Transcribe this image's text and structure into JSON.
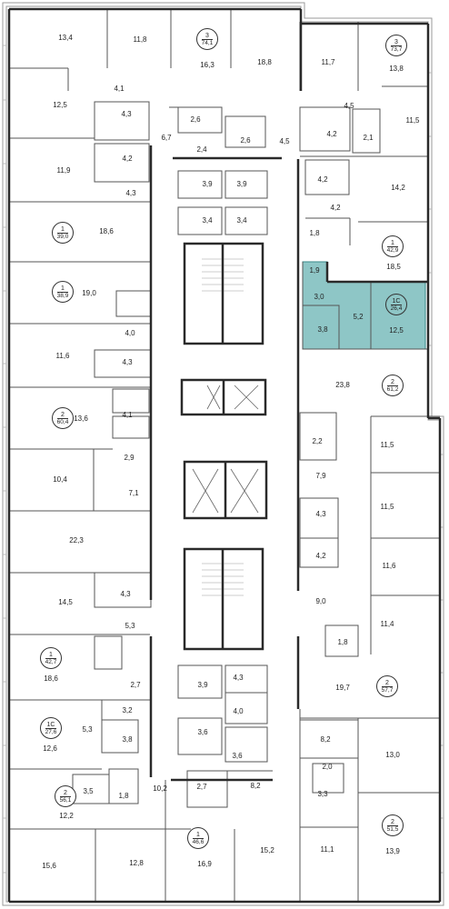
{
  "colors": {
    "wall": "#2a2a2a",
    "thin": "#555555",
    "highlight": "#8ec6c6",
    "highlight_stroke": "#3a8a8a"
  },
  "rooms": [
    {
      "id": "r1",
      "label": "13,4"
    },
    {
      "id": "r2",
      "label": "11,8"
    },
    {
      "id": "r3",
      "label": "16,3"
    },
    {
      "id": "r4",
      "label": "18,8"
    },
    {
      "id": "r5",
      "label": "11,7"
    },
    {
      "id": "r6",
      "label": "13,8"
    },
    {
      "id": "r7",
      "label": "12,5"
    },
    {
      "id": "r8",
      "label": "4,1"
    },
    {
      "id": "r9",
      "label": "4,3"
    },
    {
      "id": "r10",
      "label": "2,6"
    },
    {
      "id": "r11",
      "label": "6,7"
    },
    {
      "id": "r12",
      "label": "2,6"
    },
    {
      "id": "r13",
      "label": "4,5"
    },
    {
      "id": "r14",
      "label": "4,5"
    },
    {
      "id": "r15",
      "label": "11,5"
    },
    {
      "id": "r16",
      "label": "4,2"
    },
    {
      "id": "r17",
      "label": "2,4"
    },
    {
      "id": "r18",
      "label": "4,2"
    },
    {
      "id": "r19",
      "label": "2,1"
    },
    {
      "id": "r20",
      "label": "11,9"
    },
    {
      "id": "r21",
      "label": "4,3"
    },
    {
      "id": "r22",
      "label": "3,9"
    },
    {
      "id": "r23",
      "label": "3,9"
    },
    {
      "id": "r24",
      "label": "4,2"
    },
    {
      "id": "r25",
      "label": "14,2"
    },
    {
      "id": "r26",
      "label": "18,6"
    },
    {
      "id": "r27",
      "label": "3,4"
    },
    {
      "id": "r28",
      "label": "3,4"
    },
    {
      "id": "r29",
      "label": "4,2"
    },
    {
      "id": "r30",
      "label": "1,8"
    },
    {
      "id": "r31",
      "label": "18,5"
    },
    {
      "id": "r32",
      "label": "19,0"
    },
    {
      "id": "r33",
      "label": "1,9"
    },
    {
      "id": "r34",
      "label": "3,0"
    },
    {
      "id": "r35",
      "label": "5,2"
    },
    {
      "id": "r36",
      "label": "12,5"
    },
    {
      "id": "r37",
      "label": "3,8"
    },
    {
      "id": "r38",
      "label": "4,0"
    },
    {
      "id": "r39",
      "label": "11,6"
    },
    {
      "id": "r40",
      "label": "4,3"
    },
    {
      "id": "r41",
      "label": "23,8"
    },
    {
      "id": "r42",
      "label": "13,6"
    },
    {
      "id": "r43",
      "label": "4,1"
    },
    {
      "id": "r44",
      "label": "2,2"
    },
    {
      "id": "r45",
      "label": "11,5"
    },
    {
      "id": "r46",
      "label": "2,9"
    },
    {
      "id": "r47",
      "label": "10,4"
    },
    {
      "id": "r48",
      "label": "7,9"
    },
    {
      "id": "r49",
      "label": "7,1"
    },
    {
      "id": "r50",
      "label": "11,5"
    },
    {
      "id": "r51",
      "label": "22,3"
    },
    {
      "id": "r52",
      "label": "4,3"
    },
    {
      "id": "r53",
      "label": "4,2"
    },
    {
      "id": "r54",
      "label": "11,6"
    },
    {
      "id": "r55",
      "label": "14,5"
    },
    {
      "id": "r56",
      "label": "4,3"
    },
    {
      "id": "r57",
      "label": "9,0"
    },
    {
      "id": "r58",
      "label": "5,3"
    },
    {
      "id": "r59",
      "label": "11,4"
    },
    {
      "id": "r60",
      "label": "1,8"
    },
    {
      "id": "r61",
      "label": "18,6"
    },
    {
      "id": "r62",
      "label": "2,7"
    },
    {
      "id": "r63",
      "label": "3,9"
    },
    {
      "id": "r64",
      "label": "4,3"
    },
    {
      "id": "r65",
      "label": "19,7"
    },
    {
      "id": "r66",
      "label": "3,2"
    },
    {
      "id": "r67",
      "label": "4,0"
    },
    {
      "id": "r68",
      "label": "5,3"
    },
    {
      "id": "r69",
      "label": "3,8"
    },
    {
      "id": "r70",
      "label": "3,6"
    },
    {
      "id": "r71",
      "label": "8,2"
    },
    {
      "id": "r72",
      "label": "13,0"
    },
    {
      "id": "r73",
      "label": "12,6"
    },
    {
      "id": "r74",
      "label": "3,6"
    },
    {
      "id": "r75",
      "label": "2,0"
    },
    {
      "id": "r76",
      "label": "10,2"
    },
    {
      "id": "r77",
      "label": "3,5"
    },
    {
      "id": "r78",
      "label": "1,8"
    },
    {
      "id": "r79",
      "label": "2,7"
    },
    {
      "id": "r80",
      "label": "8,2"
    },
    {
      "id": "r81",
      "label": "3,3"
    },
    {
      "id": "r82",
      "label": "12,2"
    },
    {
      "id": "r83",
      "label": "11,1"
    },
    {
      "id": "r84",
      "label": "13,9"
    },
    {
      "id": "r85",
      "label": "15,6"
    },
    {
      "id": "r86",
      "label": "12,8"
    },
    {
      "id": "r87",
      "label": "16,9"
    },
    {
      "id": "r88",
      "label": "15,2"
    }
  ],
  "apartments": [
    {
      "id": "a1",
      "rooms": "3",
      "area": "74,1"
    },
    {
      "id": "a2",
      "rooms": "3",
      "area": "73,7"
    },
    {
      "id": "a3",
      "rooms": "1",
      "area": "39,0"
    },
    {
      "id": "a4",
      "rooms": "1",
      "area": "42,9"
    },
    {
      "id": "a5",
      "rooms": "1",
      "area": "38,9"
    },
    {
      "id": "a6",
      "rooms": "1С",
      "area": "26,4"
    },
    {
      "id": "a7",
      "rooms": "2",
      "area": "61,2"
    },
    {
      "id": "a8",
      "rooms": "2",
      "area": "60,4"
    },
    {
      "id": "a9",
      "rooms": "1",
      "area": "42,7"
    },
    {
      "id": "a10",
      "rooms": "2",
      "area": "57,7"
    },
    {
      "id": "a11",
      "rooms": "1С",
      "area": "27,6"
    },
    {
      "id": "a12",
      "rooms": "2",
      "area": "56,1"
    },
    {
      "id": "a13",
      "rooms": "2",
      "area": "51,5"
    },
    {
      "id": "a14",
      "rooms": "1",
      "area": "46,6"
    }
  ]
}
